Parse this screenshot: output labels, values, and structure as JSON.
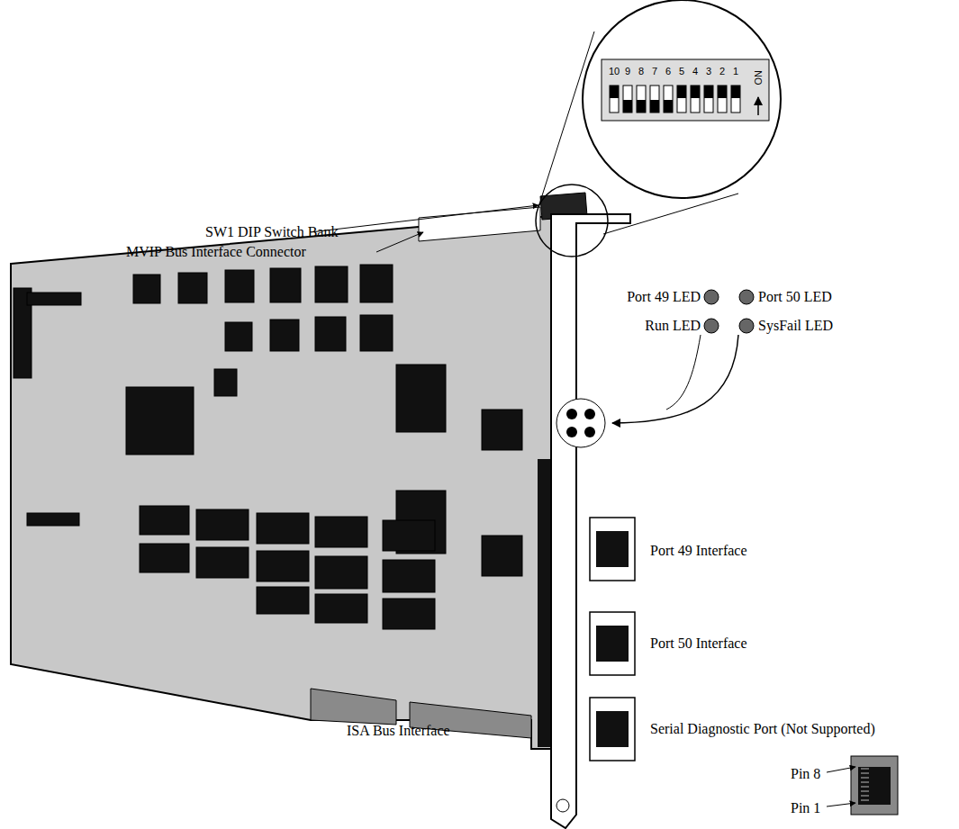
{
  "diagram": {
    "labels": [
      "SW1 DIP Switch Bank",
      "MVIP Bus Interface Connector",
      "Port 49 LED",
      "Port 50 LED",
      "Run LED",
      "SysFail LED",
      "Port 49 Interface",
      "Port 50 Interface",
      "Serial Diagnostic Port (Not Supported)",
      "ISA Bus Interface",
      "Pin 8",
      "Pin 1",
      "10",
      "9",
      "8",
      "7",
      "6",
      "5",
      "4",
      "3",
      "2",
      "1",
      "ON"
    ]
  }
}
